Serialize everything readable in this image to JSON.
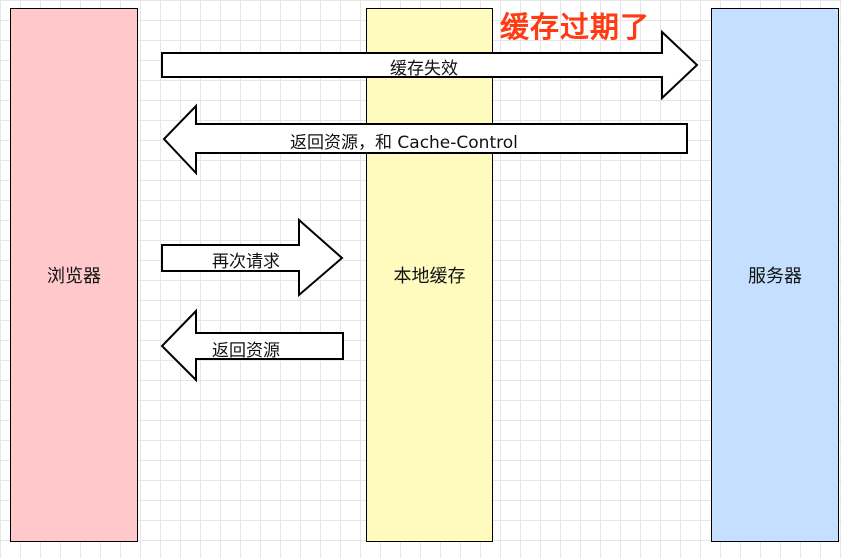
{
  "columns": {
    "browser": "浏览器",
    "cache": "本地缓存",
    "server": "服务器"
  },
  "annotation": "缓存过期了",
  "arrows": {
    "invalid": "缓存失效",
    "return_cc": "返回资源，和 Cache-Control",
    "request_again": "再次请求",
    "return_res": "返回资源"
  },
  "colors": {
    "browser": "#ffc9cb",
    "cache": "#fffbbf",
    "server": "#c4dfff",
    "annotation": "#ff3b13"
  }
}
